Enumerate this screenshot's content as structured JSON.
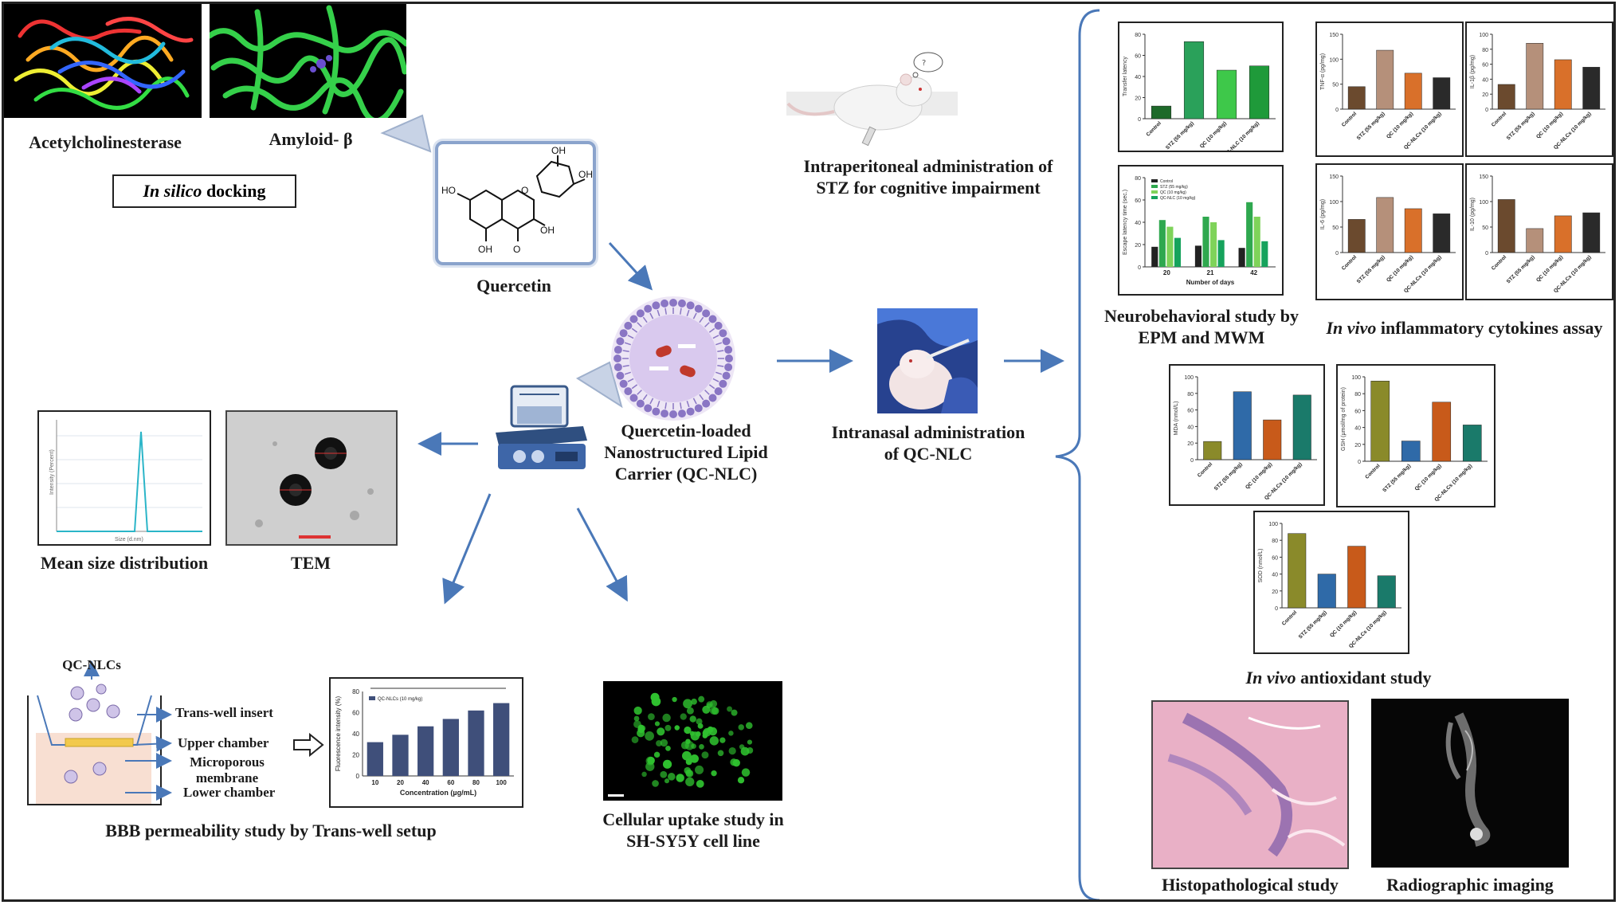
{
  "left": {
    "docking_labels": {
      "acetylcholinesterase": "Acetylcholinesterase",
      "amyloid": "Amyloid- β",
      "in_silico": "In silico",
      "docking": "docking"
    },
    "quercetin": {
      "label": "Quercetin",
      "atoms": {
        "oh1": "OH",
        "oh2": "OH",
        "ho": "HO",
        "oh3": "OH",
        "oh4": "OH",
        "o": "O",
        "o_ring": "O"
      }
    },
    "nlc_label": "Quercetin-loaded Nanostructured Lipid Carrier (QC-NLC)",
    "size_label": "Mean size distribution",
    "tem_label": "TEM",
    "transwell": {
      "top_label": "QC-NLCs",
      "insert": "Trans-well insert",
      "upper": "Upper chamber",
      "membrane": "Microporous membrane",
      "lower": "Lower chamber",
      "title": "BBB permeability study by Trans-well setup"
    },
    "fluor_chart_title": "BBB permeability study by Trans-well setup",
    "cell_label": "Cellular uptake study in SH-SY5Y cell line"
  },
  "middle": {
    "ip_label": "Intraperitoneal administration of STZ for cognitive impairment",
    "in_label": "Intranasal administration of QC-NLC"
  },
  "right": {
    "neuro_label": "Neurobehavioral study by EPM and MWM",
    "cytokine_label_it": "In vivo",
    "cytokine_label": "inflammatory cytokines assay",
    "antiox_label_it": "In vivo",
    "antiox_label": "antioxidant study",
    "histo_label": "Histopathological study",
    "radio_label": "Radiographic imaging"
  },
  "chart_data": [
    {
      "type": "bar",
      "id": "fluorescence",
      "categories": [
        "10",
        "20",
        "40",
        "60",
        "80",
        "100"
      ],
      "series": [
        {
          "name": "QC-NLCs (10 mg/kg)",
          "values": [
            32,
            39,
            47,
            54,
            62,
            69
          ]
        }
      ],
      "xlabel": "Concentration (µg/mL)",
      "ylabel": "Fluorescence intensity (%)",
      "ylim": [
        0,
        80
      ],
      "yticks": [
        0,
        20,
        40,
        60,
        80
      ],
      "color": "#3f4f7a"
    },
    {
      "type": "bar",
      "id": "transfer-latency",
      "categories": [
        "Control",
        "STZ (55 mg/kg)",
        "QC (10 mg/kg)",
        "QC-NLC (10 mg/kg)"
      ],
      "values": [
        12,
        73,
        46,
        50
      ],
      "ylabel": "Transfer latency",
      "ylim": [
        0,
        80
      ],
      "yticks": [
        0,
        20,
        40,
        60,
        80
      ],
      "colors": [
        "#1e6a2a",
        "#2aa15a",
        "#3ec84a",
        "#1f9a3a"
      ]
    },
    {
      "type": "bar",
      "id": "escape-latency",
      "categories": [
        "20",
        "21",
        "42"
      ],
      "series": [
        {
          "name": "Control",
          "values": [
            18,
            19,
            17
          ]
        },
        {
          "name": "STZ (55 mg/kg)",
          "values": [
            42,
            45,
            58
          ]
        },
        {
          "name": "QC (10 mg/kg)",
          "values": [
            36,
            40,
            45
          ]
        },
        {
          "name": "QC-NLC (10 mg/kg)",
          "values": [
            26,
            24,
            23
          ]
        }
      ],
      "xlabel": "Number of days",
      "ylabel": "Escape latency time (sec.)",
      "ylim": [
        0,
        80
      ],
      "yticks": [
        0,
        20,
        40,
        60,
        80
      ],
      "colors": [
        "#222222",
        "#2fa84f",
        "#7fd35a",
        "#16a35c"
      ]
    },
    {
      "type": "bar",
      "id": "tnf",
      "categories": [
        "Control",
        "STZ (55 mg/kg)",
        "QC (10 mg/kg)",
        "QC-NLCs (10 mg/kg)"
      ],
      "values": [
        45,
        118,
        72,
        63
      ],
      "ylabel": "TNF-α (pg/mg)",
      "ylim": [
        0,
        150
      ],
      "yticks": [
        0,
        50,
        100,
        150
      ],
      "colors": [
        "#6b4a2e",
        "#b5907a",
        "#d9702a",
        "#2a2a2a"
      ]
    },
    {
      "type": "bar",
      "id": "il1b",
      "categories": [
        "Control",
        "STZ (55 mg/kg)",
        "QC (10 mg/kg)",
        "QC-NLCs (10 mg/kg)"
      ],
      "values": [
        33,
        88,
        66,
        56
      ],
      "ylabel": "IL-1β (pg/mg)",
      "ylim": [
        0,
        100
      ],
      "yticks": [
        0,
        20,
        40,
        60,
        80,
        100
      ],
      "colors": [
        "#6b4a2e",
        "#b5907a",
        "#d9702a",
        "#2a2a2a"
      ]
    },
    {
      "type": "bar",
      "id": "il6",
      "categories": [
        "Control",
        "STZ (55 mg/kg)",
        "QC (10 mg/kg)",
        "QC-NLCs (10 mg/kg)"
      ],
      "values": [
        65,
        108,
        86,
        76
      ],
      "ylabel": "IL-6 (pg/mg)",
      "ylim": [
        0,
        150
      ],
      "yticks": [
        0,
        50,
        100,
        150
      ],
      "colors": [
        "#6b4a2e",
        "#b5907a",
        "#d9702a",
        "#2a2a2a"
      ]
    },
    {
      "type": "bar",
      "id": "il10",
      "categories": [
        "Control",
        "STZ (55 mg/kg)",
        "QC (10 mg/kg)",
        "QC-NLCs (10 mg/kg)"
      ],
      "values": [
        104,
        47,
        72,
        78
      ],
      "ylabel": "IL-10 (pg/mg)",
      "ylim": [
        0,
        150
      ],
      "yticks": [
        0,
        50,
        100,
        150
      ],
      "colors": [
        "#6b4a2e",
        "#b5907a",
        "#d9702a",
        "#2a2a2a"
      ]
    },
    {
      "type": "bar",
      "id": "mda",
      "categories": [
        "Control",
        "STZ (55 mg/kg)",
        "QC (10 mg/kg)",
        "QC-NLCs (10 mg/kg)"
      ],
      "values": [
        22,
        82,
        48,
        78
      ],
      "ylabel": "MDA (nmol/L)",
      "ylim": [
        0,
        100
      ],
      "yticks": [
        0,
        20,
        40,
        60,
        80,
        100
      ],
      "colors": [
        "#8a8a2a",
        "#2f6aa8",
        "#c85a1a",
        "#1a7a6a"
      ]
    },
    {
      "type": "bar",
      "id": "gsh",
      "categories": [
        "Control",
        "STZ (55 mg/kg)",
        "QC (10 mg/kg)",
        "QC-NLCs (10 mg/kg)"
      ],
      "values": [
        95,
        24,
        70,
        43
      ],
      "ylabel": "GSH (µmol/mg of protein)",
      "ylim": [
        0,
        100
      ],
      "yticks": [
        0,
        20,
        40,
        60,
        80,
        100
      ],
      "colors": [
        "#8a8a2a",
        "#2f6aa8",
        "#c85a1a",
        "#1a7a6a"
      ]
    },
    {
      "type": "bar",
      "id": "sod",
      "categories": [
        "Control",
        "STZ (55 mg/kg)",
        "QC (10 mg/kg)",
        "QC-NLCs (10 mg/kg)"
      ],
      "values": [
        88,
        40,
        73,
        38
      ],
      "ylabel": "SOD (nmol/L)",
      "ylim": [
        0,
        100
      ],
      "yticks": [
        0,
        20,
        40,
        60,
        80,
        100
      ],
      "colors": [
        "#8a8a2a",
        "#2f6aa8",
        "#c85a1a",
        "#1a7a6a"
      ]
    },
    {
      "type": "line",
      "id": "size-distribution",
      "x": [
        0.1,
        1,
        10,
        100,
        1000,
        10000
      ],
      "y": [
        0,
        0,
        0,
        0,
        0,
        0
      ],
      "peak": {
        "x": 100,
        "y": 0.9
      },
      "xlabel": "Size (d.nm)",
      "ylabel": "Intensity (Percent)",
      "log_x": true
    }
  ]
}
